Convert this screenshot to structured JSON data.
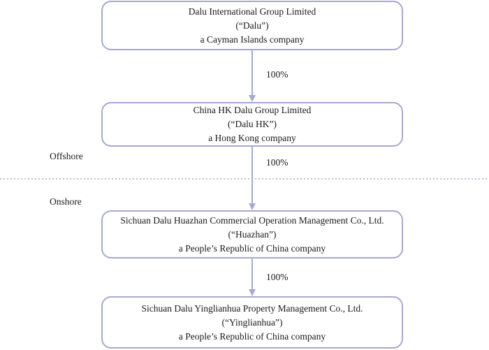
{
  "entities": [
    {
      "name": "Dalu International Group Limited",
      "short_name": "(“Dalu”)",
      "jurisdiction": "a Cayman Islands company"
    },
    {
      "name": "China HK Dalu Group Limited",
      "short_name": "(“Dalu HK”)",
      "jurisdiction": "a Hong Kong company"
    },
    {
      "name": "Sichuan Dalu Huazhan Commercial Operation Management Co., Ltd.",
      "short_name": "(“Huazhan”)",
      "jurisdiction": "a People’s Republic of China company"
    },
    {
      "name": "Sichuan Dalu Yinglianhua Property Management Co., Ltd.",
      "short_name": "(“Yinglianhua”)",
      "jurisdiction": "a People’s Republic of China company"
    }
  ],
  "ownership": [
    "100%",
    "100%",
    "100%"
  ],
  "zones": {
    "offshore": "Offshore",
    "onshore": "Onshore"
  },
  "colors": {
    "box_border": "#a6a9cf",
    "arrow": "#a6a9cf",
    "divider": "#a6a9cf"
  }
}
